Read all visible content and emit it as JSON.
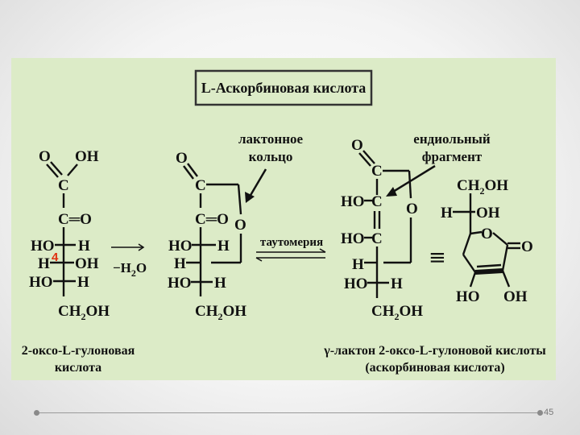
{
  "title": "L-Аскорбиновая кислота",
  "labels": {
    "lactone_ring": [
      "лактонное",
      "кольцо"
    ],
    "enediol": [
      "ендиольный",
      "фрагмент"
    ],
    "tautomerism": "таутомерия",
    "minus_water": "−H",
    "minus_water_sub": "2",
    "minus_water_end": "O",
    "step_number": "4",
    "equiv": "≡"
  },
  "captions": {
    "left": [
      "2-оксо-L-гулоновая",
      "кислота"
    ],
    "right": [
      "γ-лактон 2-оксо-L-гулоновой кислоты",
      "(аскорбиновая кислота)"
    ]
  },
  "atoms": {
    "O": "O",
    "OH": "OH",
    "C": "C",
    "H": "H",
    "HO": "HO",
    "C_eq_O": "C═O",
    "CH2OH_a": "CH",
    "CH2OH_sub": "2",
    "CH2OH_b": "OH"
  },
  "page_number": "45",
  "colors": {
    "panel": "#dcebc7",
    "step_number": "#e03010"
  }
}
